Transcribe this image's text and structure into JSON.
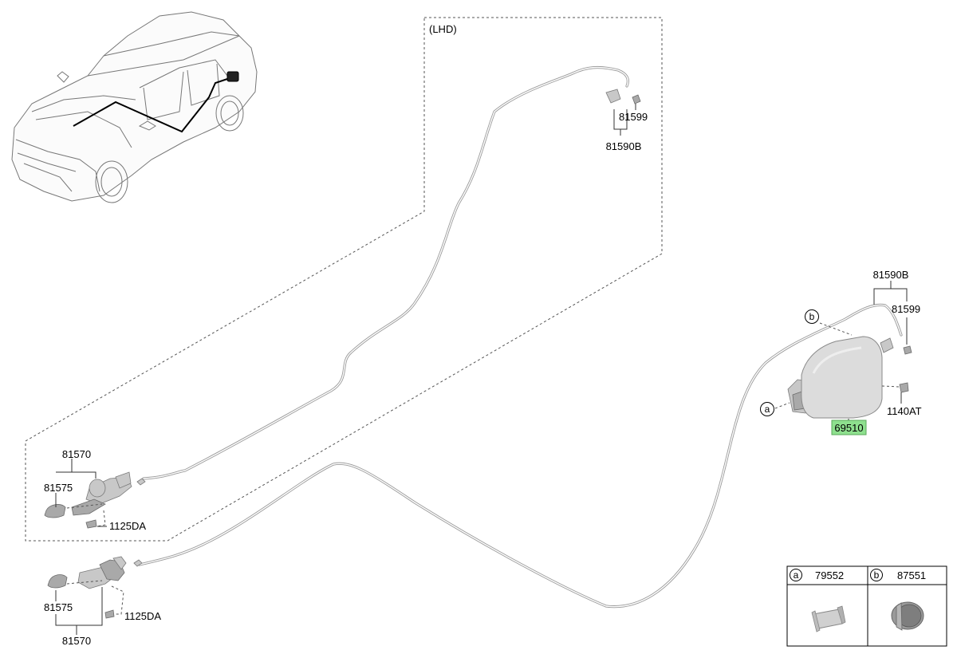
{
  "region_label": "(LHD)",
  "lhd_top": {
    "part_a": "81599",
    "part_b": "81590B"
  },
  "lhd_lever": {
    "part_a": "81570",
    "part_b": "81575",
    "part_c": "1125DA"
  },
  "rhd_lever": {
    "part_a": "81575",
    "part_b": "81570",
    "part_c": "1125DA"
  },
  "fuel_door": {
    "part_a": "81590B",
    "part_b": "81599",
    "part_c": "1140AT",
    "highlight": "69510",
    "callout_b": "b",
    "callout_a": "a",
    "highlight_color": "#8ee08e"
  },
  "legend_table": {
    "a_letter": "a",
    "a_part": "79552",
    "b_letter": "b",
    "b_part": "87551"
  }
}
